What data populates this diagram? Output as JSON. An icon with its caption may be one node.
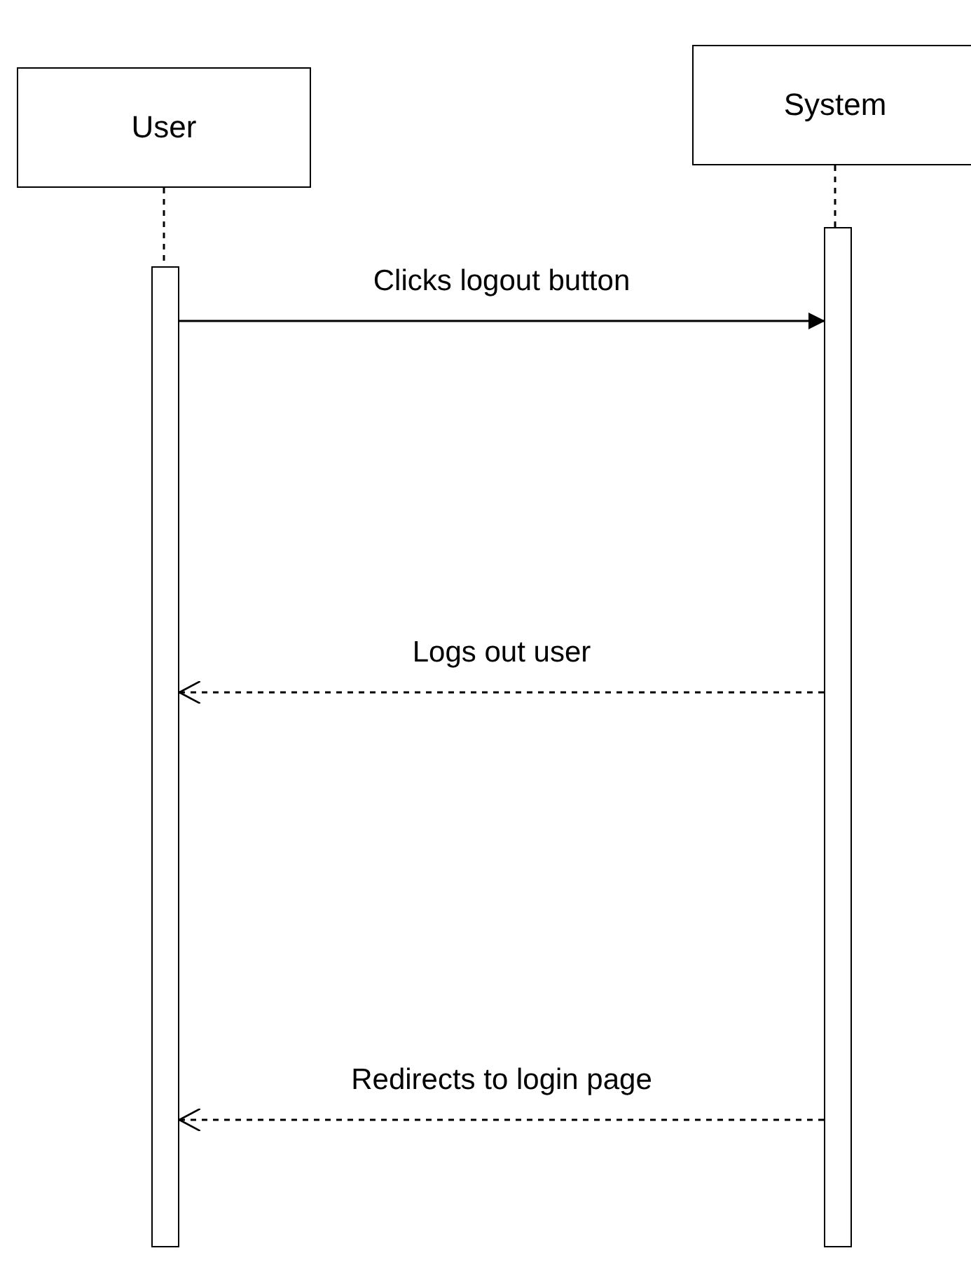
{
  "diagram": {
    "nodes": [
      {
        "text": [
          "User"
        ]
      },
      {
        "text": [
          "System"
        ]
      },
      {
        "text": [],
        "shape": "bar"
      },
      {
        "text": [],
        "shape": "bar"
      }
    ],
    "edges": [
      {
        "from": 0,
        "to": 2,
        "arrow": "none",
        "style": "dashed"
      },
      {
        "from": 1,
        "to": 3,
        "arrow": "none",
        "style": "dashed"
      },
      {
        "from": 2,
        "to": 3,
        "arrow": "to",
        "label": "Clicks logout button"
      },
      {
        "from": 3,
        "to": 2,
        "arrow": "to",
        "style": "dashed",
        "label": "Logs out user"
      },
      {
        "from": 3,
        "to": 2,
        "arrow": "to",
        "style": "dashed",
        "label": "Redirects to login page"
      }
    ]
  }
}
